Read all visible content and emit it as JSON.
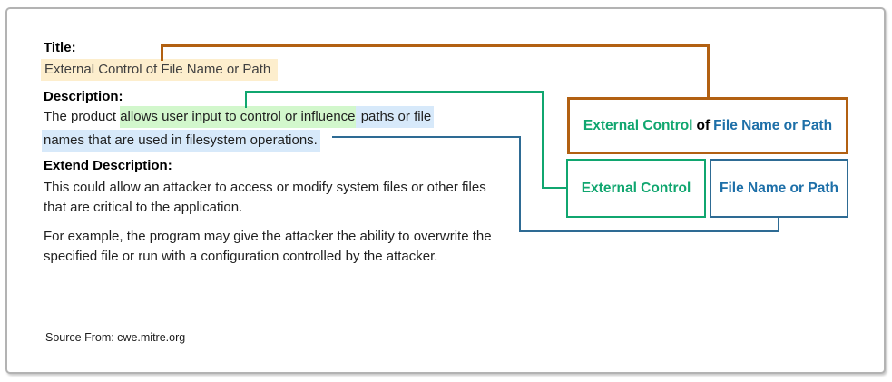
{
  "colors": {
    "accent_brown": "#b26011",
    "accent_green": "#10a66f",
    "accent_blue_border": "#2e6b94",
    "accent_blue_text": "#1d6fa8",
    "highlight_title": "#fdeecd",
    "highlight_green": "#d2f7cc",
    "highlight_blue": "#d7e9fa"
  },
  "sections": {
    "title": {
      "heading": "Title:",
      "value": "External Control of File Name or Path"
    },
    "description": {
      "heading": "Description:",
      "lines": [
        {
          "segments": [
            {
              "text": "The product ",
              "hl": "none"
            },
            {
              "text": "allows user input to control or influence",
              "hl": "green"
            },
            {
              "text": " paths or file",
              "hl": "blue"
            }
          ]
        },
        {
          "segments": [
            {
              "text": "names that are used in filesystem operations.",
              "hl": "blue"
            }
          ]
        }
      ]
    },
    "extend_description": {
      "heading": "Extend Description:",
      "paragraphs": [
        "This could allow an attacker to access or modify system files or other files that are critical to the application.",
        "For example, the program may give the attacker the ability to overwrite the specified file or run with a configuration controlled by the attacker."
      ]
    },
    "source": "Source From: cwe.mitre.org"
  },
  "diagram": {
    "combined_box": {
      "green_part": "External Control",
      "connector_word": "of",
      "blue_part": "File Name or Path"
    },
    "green_box_label": "External Control",
    "blue_box_label": "File Name or Path"
  }
}
